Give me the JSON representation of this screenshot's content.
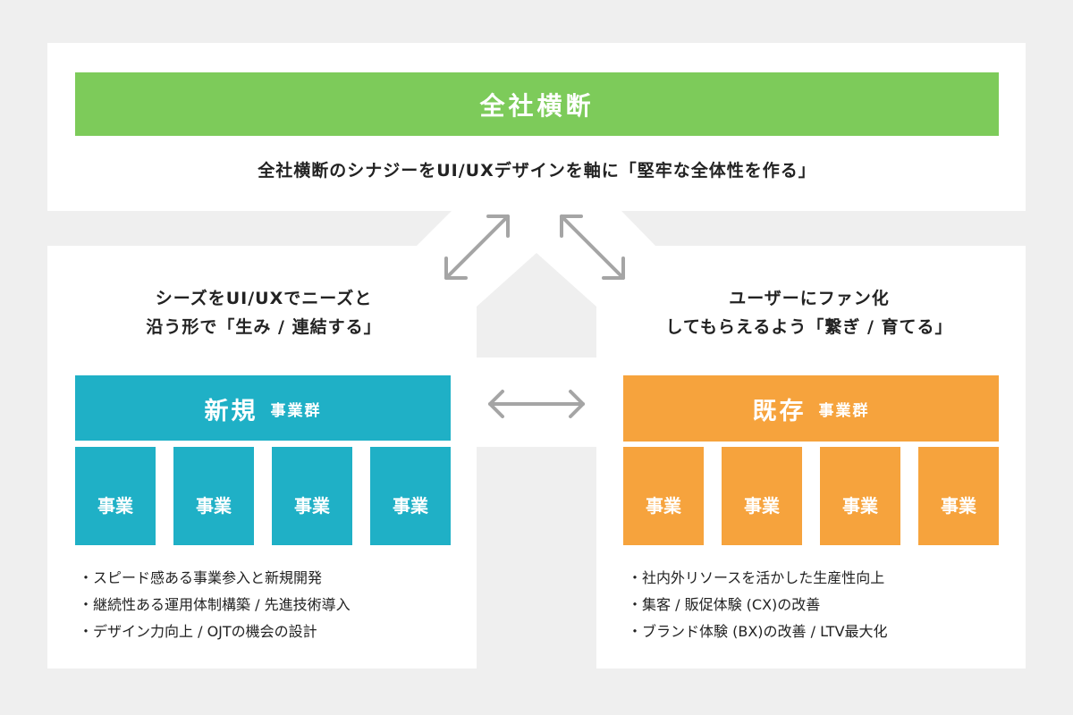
{
  "colors": {
    "background": "#efefef",
    "panel": "#ffffff",
    "green": "#7dcb5a",
    "blue": "#1fb0c6",
    "orange": "#f6a33d",
    "arrow": "#a5a5a5"
  },
  "top": {
    "banner": "全社横断",
    "caption": "全社横断のシナジーをUI/UXデザインを軸に「堅牢な全体性を作る」"
  },
  "left": {
    "caption_lines": [
      "シーズをUI/UXでニーズと",
      "沿う形で「生み / 連結する」"
    ],
    "title": "新規",
    "subtitle": "事業群",
    "businesses": [
      "事業",
      "事業",
      "事業",
      "事業"
    ],
    "bullets": [
      "スピード感ある事業参入と新規開発",
      "継続性ある運用体制構築 / 先進技術導入",
      "デザイン力向上 / OJTの機会の設計"
    ]
  },
  "right": {
    "caption_lines": [
      "ユーザーにファン化",
      "してもらえるよう「繋ぎ / 育てる」"
    ],
    "title": "既存",
    "subtitle": "事業群",
    "businesses": [
      "事業",
      "事業",
      "事業",
      "事業"
    ],
    "bullets": [
      "社内外リソースを活かした生産性向上",
      "集客 / 販促体験 (CX)の改善",
      "ブランド体験 (BX)の改善 / LTV最大化"
    ]
  }
}
